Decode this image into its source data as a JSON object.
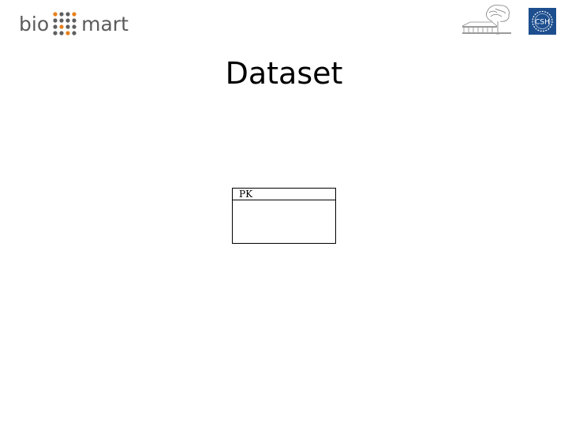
{
  "header": {
    "logo": {
      "text_left": "bio",
      "text_right": "mart"
    },
    "institute_logo_icon": "building-tree-logo-icon",
    "csh_logo": {
      "icon": "csh-seal-icon",
      "text": "CSH",
      "color": "#1d4f8f"
    }
  },
  "slide": {
    "title": "Dataset"
  },
  "diagram": {
    "table": {
      "key_label": "PK",
      "rows": []
    }
  },
  "colors": {
    "logo_text": "#5b5b5b",
    "logo_dot_orange": "#e8801a",
    "logo_dot_gray": "#5f5f5f",
    "csh_blue": "#1d4f8f"
  }
}
